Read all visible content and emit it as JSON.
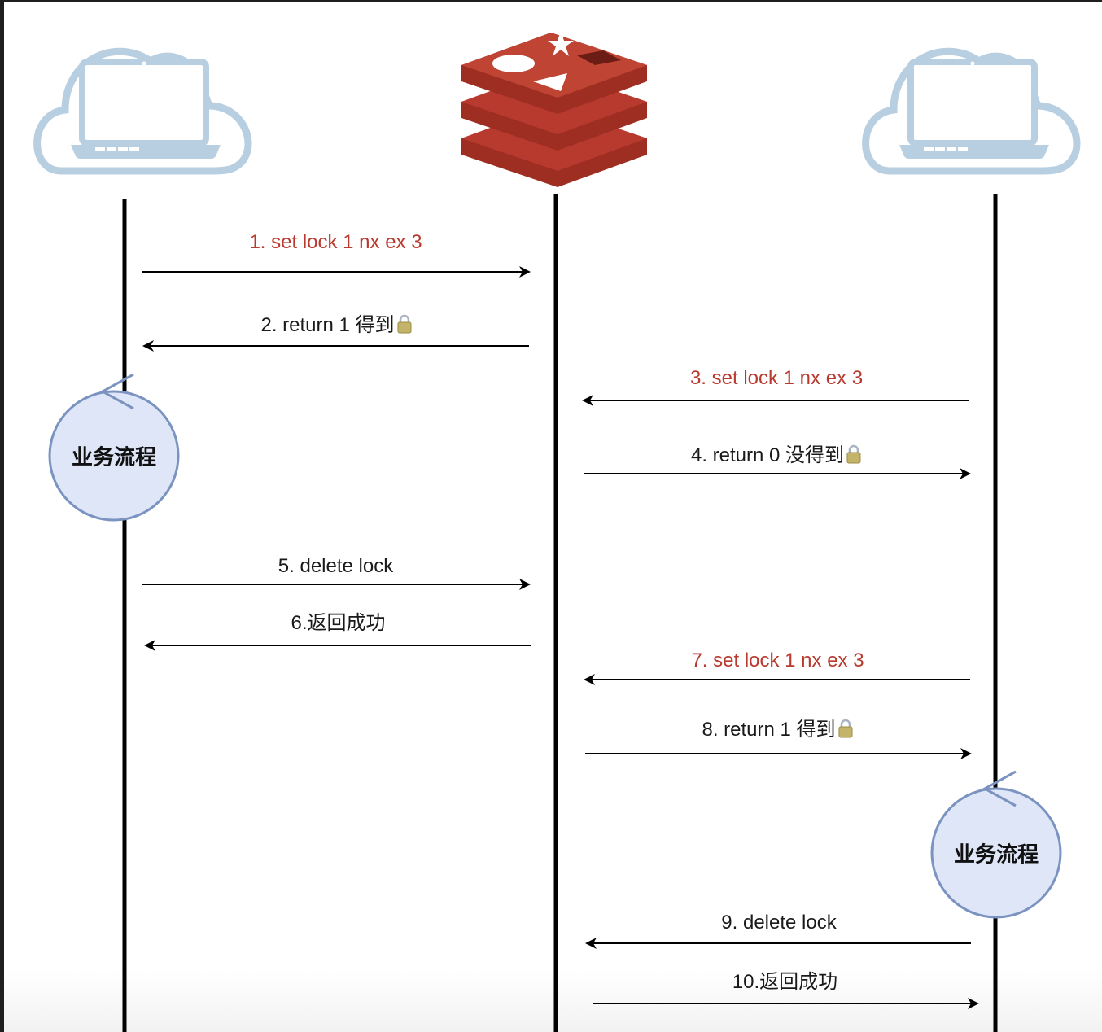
{
  "diagram": {
    "type": "sequence",
    "colors": {
      "request_text": "#b83a2e",
      "response_text": "#1a1a1a",
      "lifeline": "#000000",
      "client_icon": "#b8cfe2",
      "redis_brand": "#c1392b",
      "process_fill": "#dfe6f7",
      "process_stroke": "#7b93c0"
    },
    "participants": [
      {
        "id": "client-a",
        "icon": "cloud-laptop-icon"
      },
      {
        "id": "redis",
        "icon": "redis-logo-icon"
      },
      {
        "id": "client-b",
        "icon": "cloud-laptop-icon"
      }
    ],
    "messages": [
      {
        "step": 1,
        "from": "client-a",
        "to": "redis",
        "text": "1. set lock 1 nx ex 3",
        "style": "request",
        "lock_icon": false
      },
      {
        "step": 2,
        "from": "redis",
        "to": "client-a",
        "text": "2. return 1  得到",
        "style": "response",
        "lock_icon": true
      },
      {
        "step": 3,
        "from": "client-b",
        "to": "redis",
        "text": "3. set lock 1 nx ex 3",
        "style": "request",
        "lock_icon": false
      },
      {
        "step": 4,
        "from": "redis",
        "to": "client-b",
        "text": "4. return 0 没得到",
        "style": "response",
        "lock_icon": true
      },
      {
        "step": 5,
        "from": "client-a",
        "to": "redis",
        "text": "5. delete lock",
        "style": "response",
        "lock_icon": false
      },
      {
        "step": 6,
        "from": "redis",
        "to": "client-a",
        "text": "6.返回成功",
        "style": "response",
        "lock_icon": false
      },
      {
        "step": 7,
        "from": "client-b",
        "to": "redis",
        "text": "7. set lock 1 nx ex 3",
        "style": "request",
        "lock_icon": false
      },
      {
        "step": 8,
        "from": "redis",
        "to": "client-b",
        "text": "8. return 1 得到",
        "style": "response",
        "lock_icon": true
      },
      {
        "step": 9,
        "from": "client-b",
        "to": "redis",
        "text": "9. delete lock",
        "style": "response",
        "lock_icon": false
      },
      {
        "step": 10,
        "from": "redis",
        "to": "client-b",
        "text": "10.返回成功",
        "style": "response",
        "lock_icon": false
      }
    ],
    "processes": [
      {
        "participant": "client-a",
        "label": "业务流程"
      },
      {
        "participant": "client-b",
        "label": "业务流程"
      }
    ]
  }
}
